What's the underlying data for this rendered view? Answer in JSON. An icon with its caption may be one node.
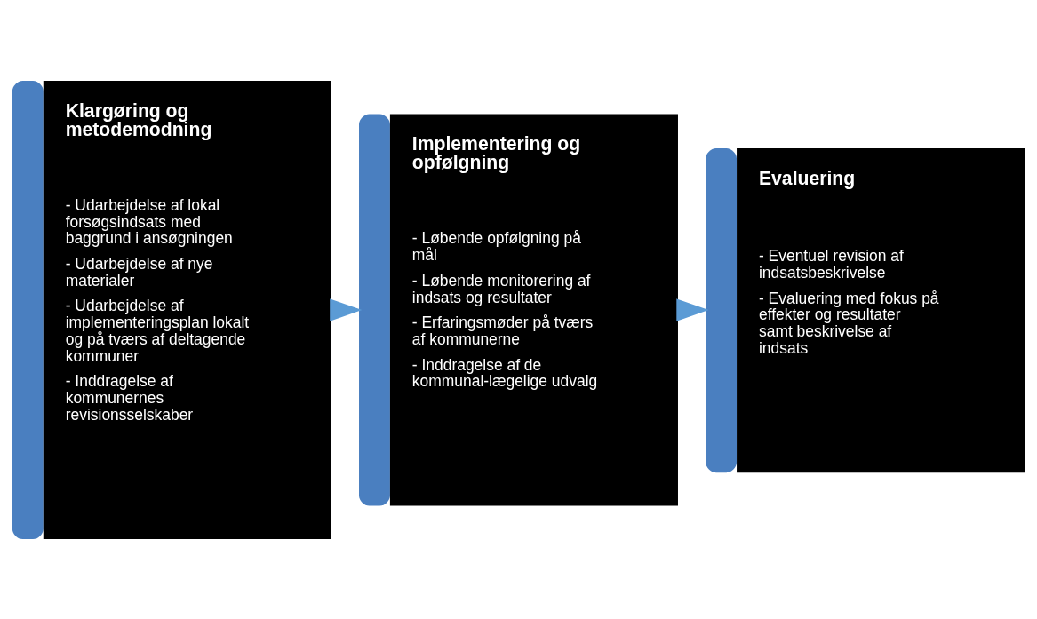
{
  "diagram": {
    "nodes": [
      {
        "text": [
          "Klargøring og metodemodning",
          "- Udarbejdelse af lokal forsøgsindsats med baggrund i ansøgningen",
          "- Udarbejdelse af nye materialer",
          "- Udarbejdelse af implementeringsplan lokalt og på tværs af deltagende kommuner",
          "- Inddragelse af kommunernes revisionsselskaber"
        ]
      },
      {
        "text": [
          "Implementering og opfølgning",
          "- Løbende opfølgning på mål",
          "- Løbende monitorering af indsats og resultater",
          "- Erfaringsmøder på tværs af kommunerne",
          "- Inddragelse af de kommunal-lægelige udvalg"
        ]
      },
      {
        "text": [
          "Evaluering",
          "- Eventuel revision af indsatsbeskrivelse",
          "- Evaluering med fokus på effekter og resultater samt beskrivelse af indsats"
        ]
      }
    ],
    "edges": [
      {
        "from": 0,
        "to": 1,
        "arrow": "to"
      },
      {
        "from": 1,
        "to": 2,
        "arrow": "to"
      }
    ]
  }
}
